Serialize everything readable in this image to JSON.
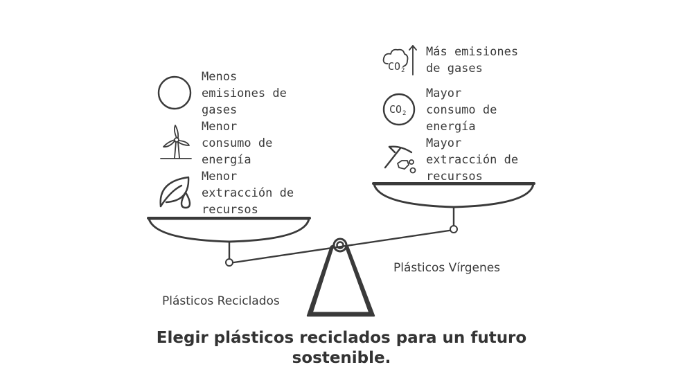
{
  "diagram": {
    "left_side": {
      "label": "Plásticos Reciclados",
      "items": [
        {
          "icon": "circle-icon",
          "text": "Menos\nemisiones de\ngases"
        },
        {
          "icon": "wind-turbine-icon",
          "text": "Menor\nconsumo de\nenergía"
        },
        {
          "icon": "leaf-drop-icon",
          "text": "Menor\nextracción de\nrecursos"
        }
      ]
    },
    "right_side": {
      "label": "Plásticos Vírgenes",
      "items": [
        {
          "icon": "co2-cloud-arrow-up-icon",
          "text": "Más emisiones\nde gases"
        },
        {
          "icon": "co2-circle-icon",
          "text": "Mayor\nconsumo de\nenergía"
        },
        {
          "icon": "pickaxe-icon",
          "text": "Mayor\nextracción de\nrecursos"
        }
      ]
    },
    "co2_glyph": "CO",
    "co2_sub": "2",
    "title": "Elegir plásticos reciclados para un futuro sostenible.",
    "colors": {
      "ink": "#3a3a3a",
      "background": "#ffffff"
    }
  }
}
